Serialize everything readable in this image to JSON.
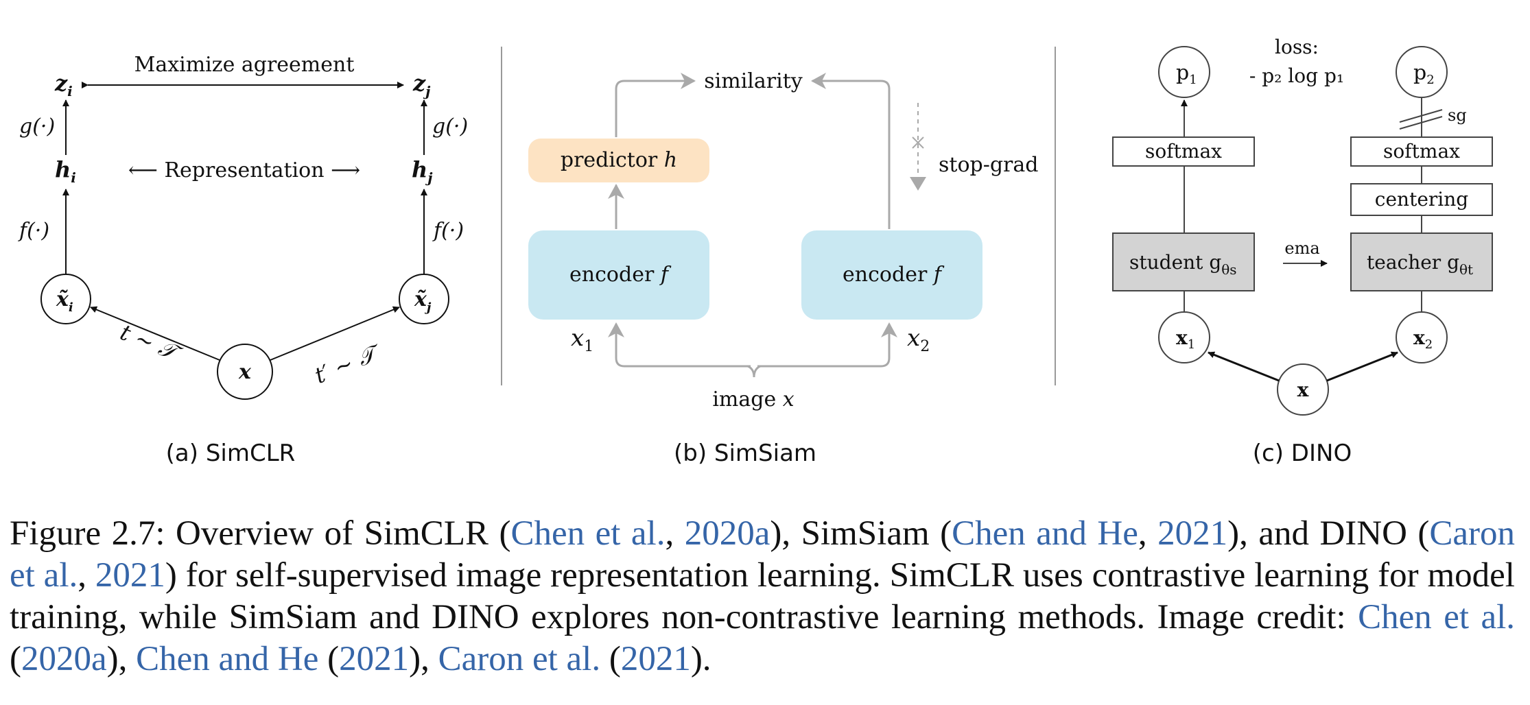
{
  "simclr": {
    "agreement": "Maximize agreement",
    "representation": "⟵ Representation ⟶",
    "z_i": "z",
    "z_i_sub": "i",
    "z_j": "z",
    "z_j_sub": "j",
    "h_i": "h",
    "h_i_sub": "i",
    "h_j": "h",
    "h_j_sub": "j",
    "g_left": "g(·)",
    "g_right": "g(·)",
    "f_left": "f(·)",
    "f_right": "f(·)",
    "xt_i": "x̃",
    "xt_i_sub": "i",
    "xt_j": "x̃",
    "xt_j_sub": "j",
    "x": "x",
    "t_left": "t ∼ 𝒯",
    "t_right": "t′ ∼ 𝒯",
    "sublabel": "(a) SimCLR"
  },
  "simsiam": {
    "similarity": "similarity",
    "predictor": "predictor",
    "predictor_var": "h",
    "encoder_left": "encoder",
    "encoder_right": "encoder",
    "encoder_var": "f",
    "stop_grad": "stop-grad",
    "x1": "x",
    "x1_sub": "1",
    "x2": "x",
    "x2_sub": "2",
    "image": "image",
    "image_var": "x",
    "sublabel": "(b) SimSiam",
    "colors": {
      "predictor": "#fde3c3",
      "encoder": "#c9e8f2",
      "arrow": "#a9a9a9"
    }
  },
  "dino": {
    "loss_line1": "loss:",
    "loss_line2": "- p₂ log p₁",
    "p1": "p",
    "p1_sub": "1",
    "p2": "p",
    "p2_sub": "2",
    "sg": "sg",
    "softmax_left": "softmax",
    "softmax_right": "softmax",
    "centering": "centering",
    "student": "student g",
    "student_sub": "θs",
    "teacher": "teacher g",
    "teacher_sub": "θt",
    "ema": "ema",
    "x1": "x",
    "x1_sub": "1",
    "x2": "x",
    "x2_sub": "2",
    "x": "x",
    "sublabel": "(c) DINO",
    "colors": {
      "box_gray": "#d3d3d3"
    }
  },
  "caption": {
    "s1": "Figure 2.7:  Overview of SimCLR (",
    "c1": "Chen et al.",
    "s2": ", ",
    "c2": "2020a",
    "s3": "), SimSiam (",
    "c3": "Chen and He",
    "s4": ", ",
    "c4": "2021",
    "s5": "), and DINO (",
    "c5": "Caron et al.",
    "s6": ", ",
    "c6": "2021",
    "s7": ") for self-supervised image representation learning.  SimCLR uses contrastive learning for model training, while SimSiam and DINO explores non-contrastive learning methods. Image credit: ",
    "c7": "Chen et al.",
    "s8": " (",
    "c8": "2020a",
    "s9": "), ",
    "c9": "Chen and He",
    "s10": " (",
    "c10": "2021",
    "s11": "), ",
    "c11": "Caron et al.",
    "s12": " (",
    "c12": "2021",
    "s13": ")."
  }
}
